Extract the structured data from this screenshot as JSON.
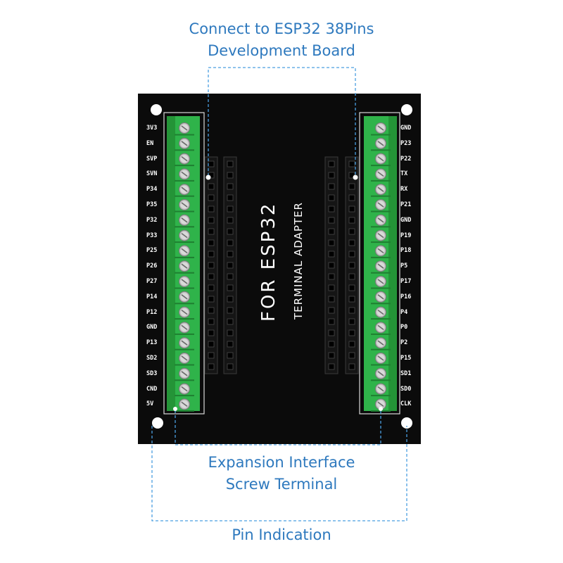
{
  "captions": {
    "top_line1": "Connect to ESP32 38Pins",
    "top_line2": "Development Board",
    "mid_line1": "Expansion Interface",
    "mid_line2": "Screw Terminal",
    "bottom": "Pin Indication"
  },
  "silkscreen": {
    "main": "FOR ESP32",
    "sub": "TERMINAL ADAPTER"
  },
  "pins_left": [
    "3V3",
    "EN",
    "SVP",
    "SVN",
    "P34",
    "P35",
    "P32",
    "P33",
    "P25",
    "P26",
    "P27",
    "P14",
    "P12",
    "GND",
    "P13",
    "SD2",
    "SD3",
    "CND",
    "5V"
  ],
  "pins_right": [
    "GND",
    "P23",
    "P22",
    "TX",
    "RX",
    "P21",
    "GND",
    "P19",
    "P18",
    "P5",
    "P17",
    "P16",
    "P4",
    "P0",
    "P2",
    "P15",
    "SD1",
    "SD0",
    "CLK"
  ],
  "colors": {
    "caption": "#2e79be",
    "board": "#0b0b0b",
    "terminal": "#2fb34a",
    "screw": "#c8c8c8",
    "leader": "#4a9fe0"
  }
}
